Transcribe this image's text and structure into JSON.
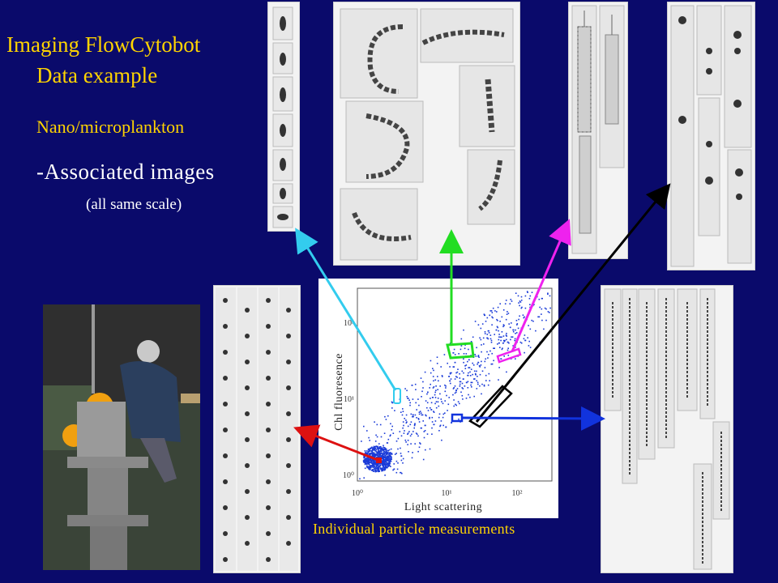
{
  "title": {
    "line1": "Imaging FlowCytobot",
    "line2": "Data example"
  },
  "subtitle": "Nano/microplankton",
  "associated": "-Associated  images",
  "scale_note": "(all same scale)",
  "plot": {
    "ylabel": "Chl fluoresence",
    "xlabel": "Light scattering",
    "xticks": [
      "10⁰",
      "10¹",
      "10²"
    ],
    "yticks": [
      "10⁰",
      "10¹",
      "10²"
    ]
  },
  "caption": "Individual particle measurements",
  "colors": {
    "background": "#0a0a6b",
    "title": "#ffd400",
    "cyan": "#33ccee",
    "green": "#22dd22",
    "magenta": "#ee22ee",
    "black": "#000000",
    "blue": "#1133dd",
    "red": "#dd1111"
  }
}
